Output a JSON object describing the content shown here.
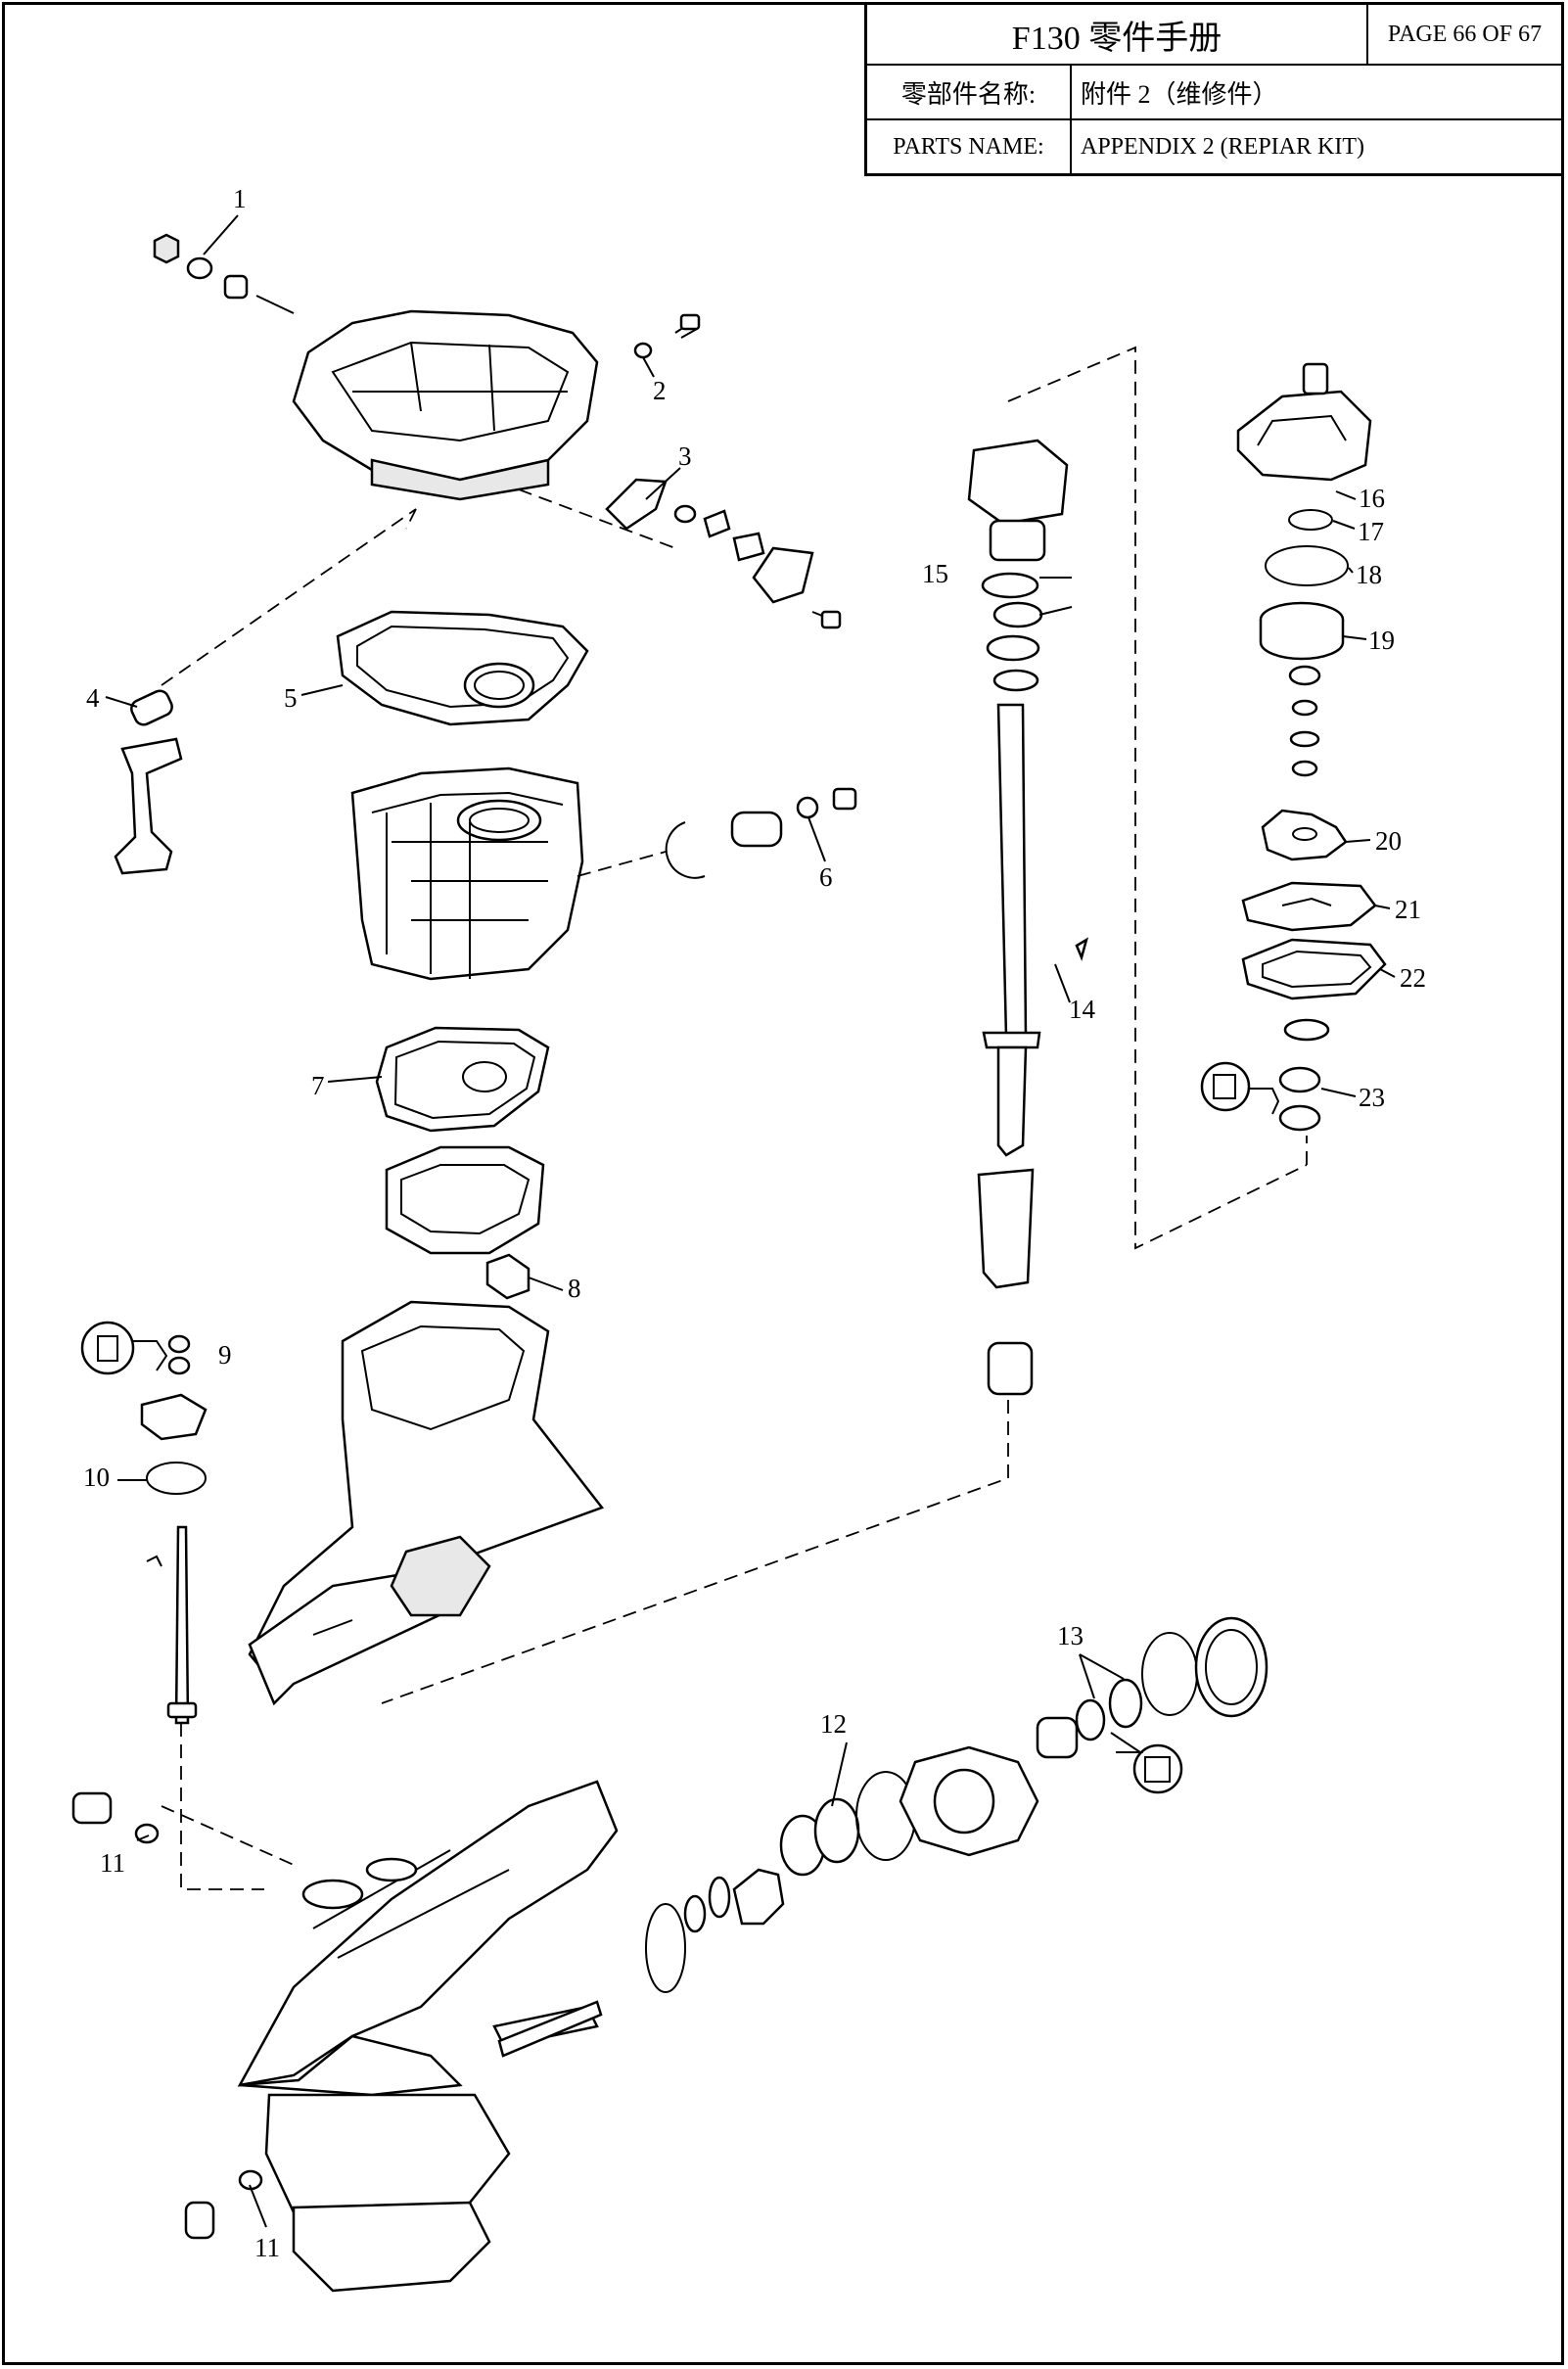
{
  "header": {
    "model_title": "F130 零件手册",
    "page_label": "PAGE 66 OF 67",
    "name_cn_label": "零部件名称:",
    "name_cn_value": "附件 2（维修件）",
    "name_en_label": "PARTS NAME:",
    "name_en_value": "APPENDIX 2 (REPIAR KIT)"
  },
  "callouts": [
    {
      "id": "c1",
      "text": "1"
    },
    {
      "id": "c2",
      "text": "2"
    },
    {
      "id": "c3",
      "text": "3"
    },
    {
      "id": "c4",
      "text": "4"
    },
    {
      "id": "c5",
      "text": "5"
    },
    {
      "id": "c6",
      "text": "6"
    },
    {
      "id": "c7",
      "text": "7"
    },
    {
      "id": "c8",
      "text": "8"
    },
    {
      "id": "c9",
      "text": "9"
    },
    {
      "id": "c10",
      "text": "10"
    },
    {
      "id": "c11a",
      "text": "11"
    },
    {
      "id": "c11b",
      "text": "11"
    },
    {
      "id": "c12",
      "text": "12"
    },
    {
      "id": "c13",
      "text": "13"
    },
    {
      "id": "c14",
      "text": "14"
    },
    {
      "id": "c15",
      "text": "15"
    },
    {
      "id": "c16",
      "text": "16"
    },
    {
      "id": "c17",
      "text": "17"
    },
    {
      "id": "c18",
      "text": "18"
    },
    {
      "id": "c19",
      "text": "19"
    },
    {
      "id": "c20",
      "text": "20"
    },
    {
      "id": "c21",
      "text": "21"
    },
    {
      "id": "c22",
      "text": "22"
    },
    {
      "id": "c23",
      "text": "23"
    }
  ]
}
